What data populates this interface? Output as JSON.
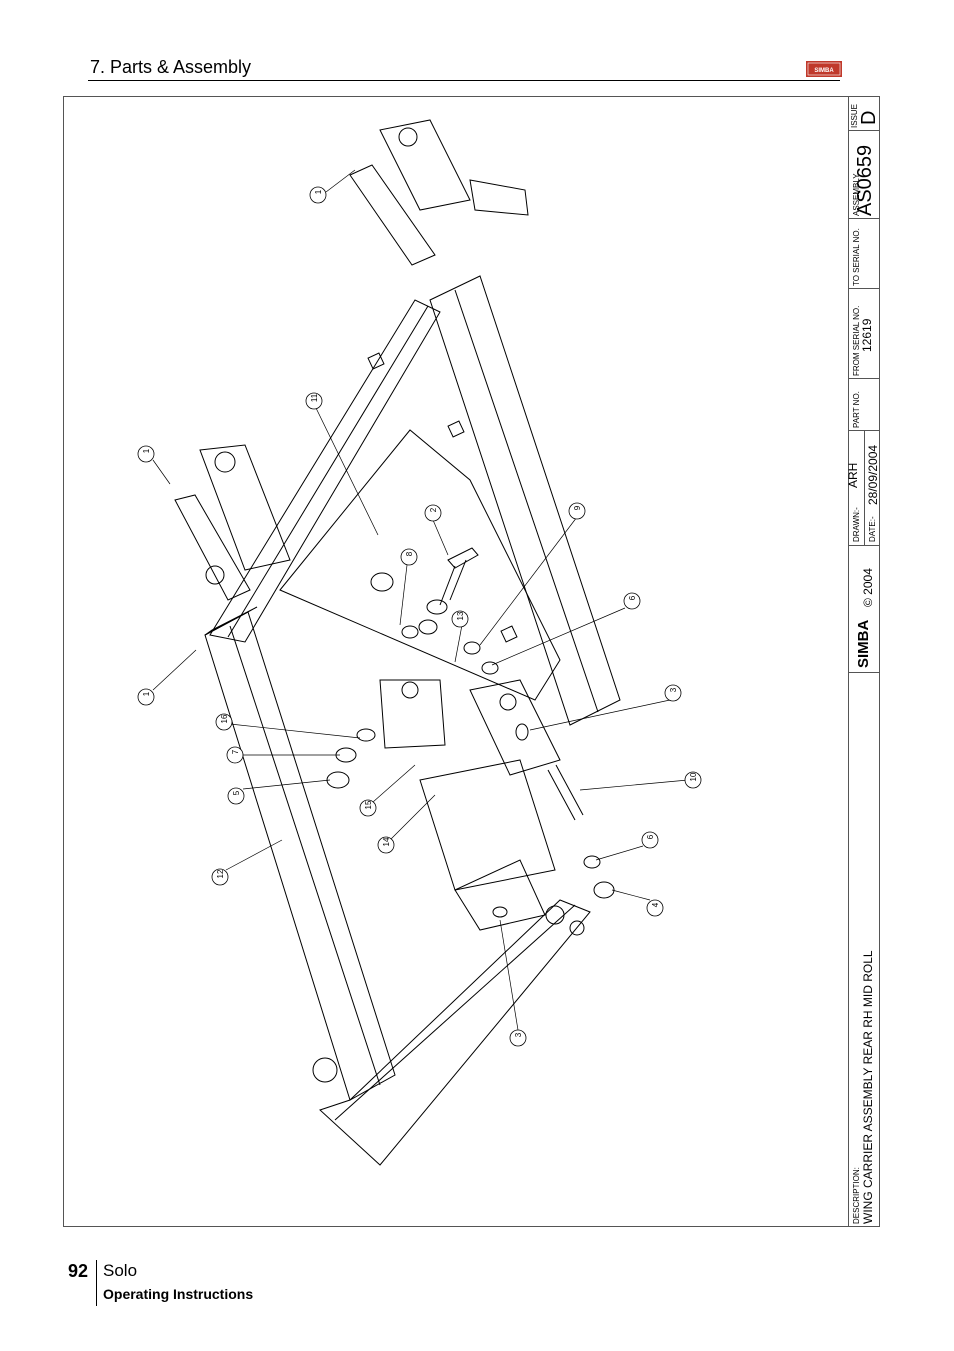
{
  "header": {
    "section_title": "7. Parts & Assembly",
    "logo_text": "SIMBA"
  },
  "drawing": {
    "callouts": [
      "1",
      "1",
      "1",
      "2",
      "3",
      "3",
      "4",
      "5",
      "6",
      "6",
      "7",
      "8",
      "9",
      "10",
      "11",
      "12",
      "13",
      "14",
      "15",
      "16"
    ]
  },
  "title_block": {
    "description_label": "DESCRIPTION:",
    "description": "WING CARRIER ASSEMBLY REAR RH MID ROLL",
    "logo_text": "SIMBA",
    "copyright": "© 2004",
    "drawn_label": "DRAWN:-",
    "drawn_value": "ARH",
    "date_label": "DATE:-",
    "date_value": "28/09/2004",
    "part_no_label": "PART NO.",
    "part_no_value": "",
    "from_serial_label": "FROM SERIAL NO.",
    "from_serial_value": "12619",
    "to_serial_label": "TO SERIAL NO.",
    "to_serial_value": "",
    "assembly_label": "ASSEMBLY",
    "assembly_value": "AS0659",
    "issue_label": "ISSUE",
    "issue_value": "D"
  },
  "footer": {
    "page_number": "92",
    "title": "Solo",
    "subtitle": "Operating Instructions"
  }
}
